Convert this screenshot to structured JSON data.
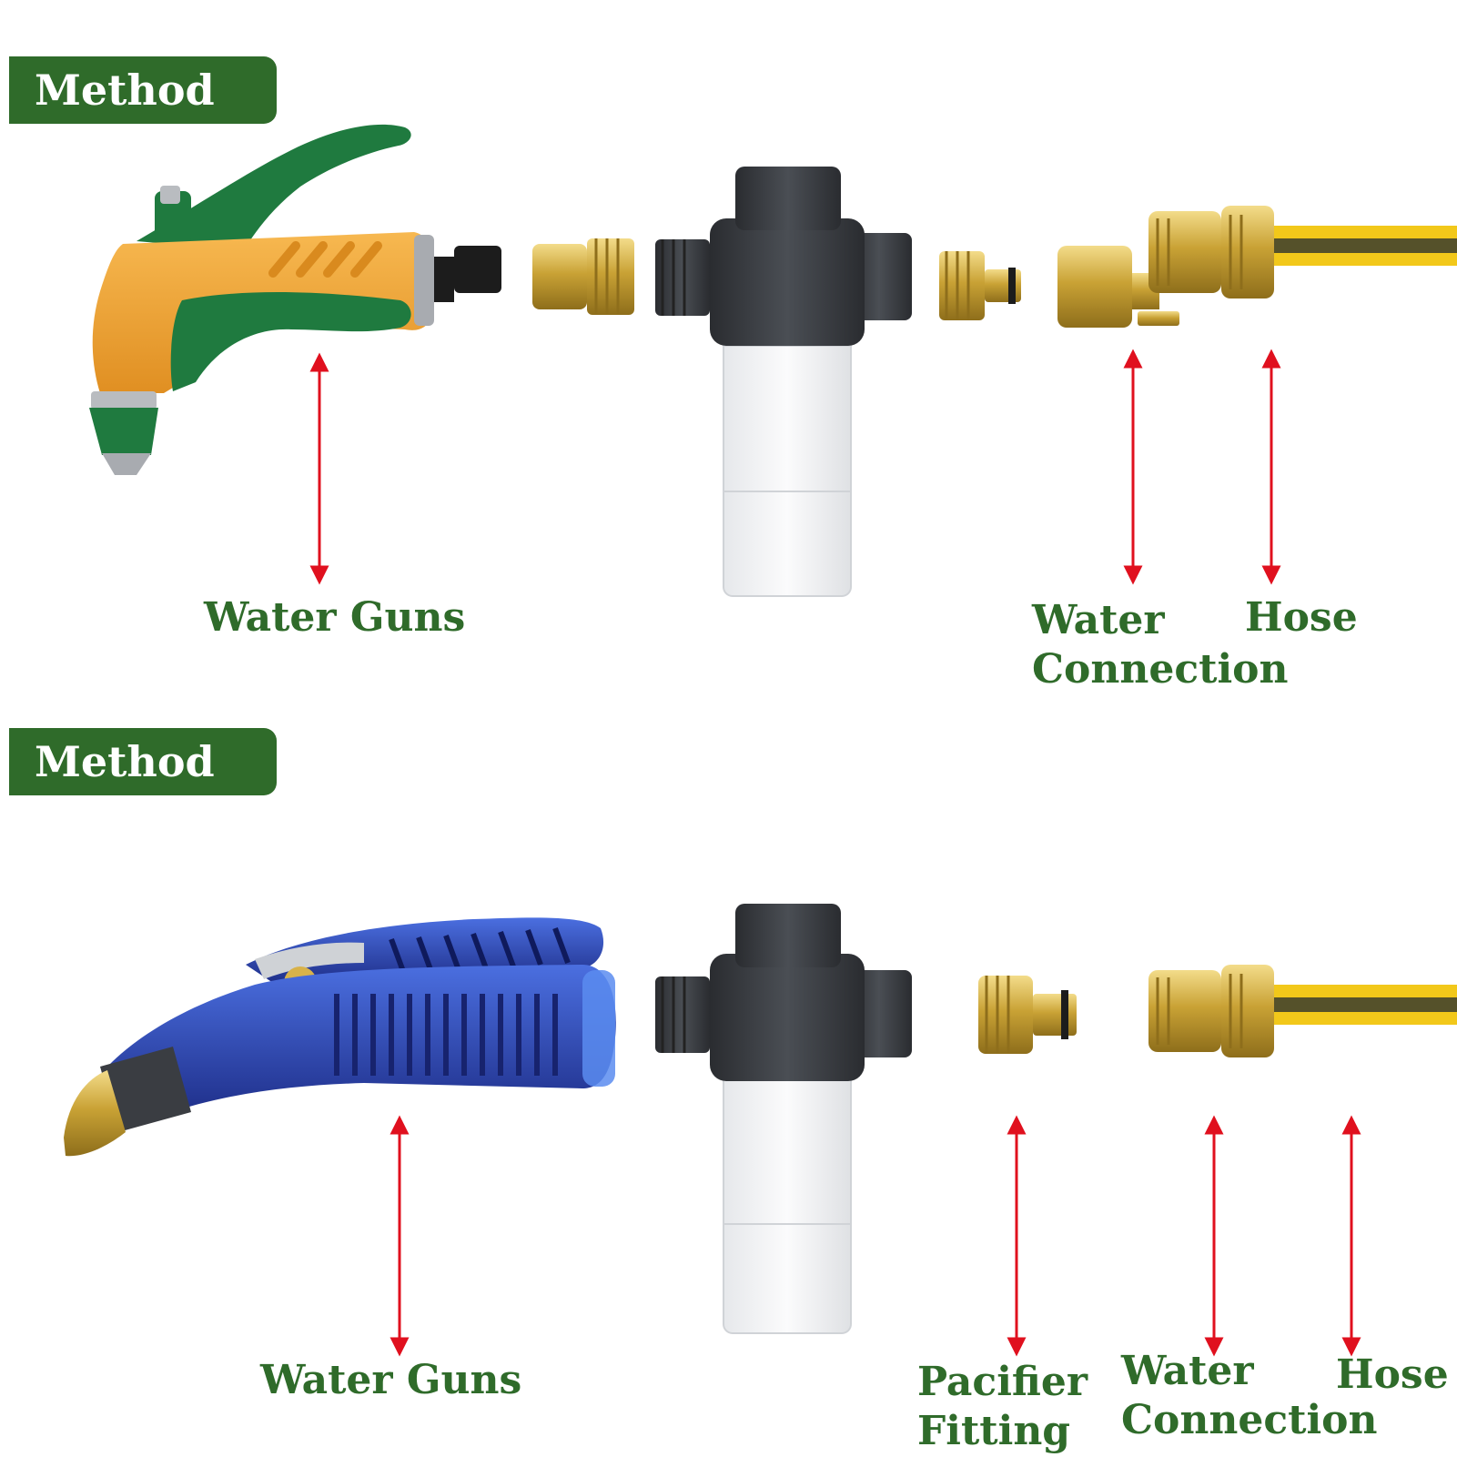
{
  "colors": {
    "accent_green": "#2f6b2a",
    "arrow_red": "#e0101e",
    "brass": "#c9a235",
    "housing": "#3a3d42",
    "hose_yellow": "#f2c81a",
    "gun1_body": "#f0a336",
    "gun1_trim": "#1f7a3f",
    "gun2_body": "#2f49b4"
  },
  "method1": {
    "title": "Method 1",
    "labels": {
      "water_guns": "Water Guns",
      "water_connection_line1": "Water",
      "water_connection_line2": "Connection",
      "hose": "Hose"
    }
  },
  "method2": {
    "title": "Method 2",
    "labels": {
      "water_guns": "Water Guns",
      "pacifier_line1": "Pacifier",
      "pacifier_line2": "Fitting",
      "water_connection_line1": "Water",
      "water_connection_line2": "Connection",
      "hose": "Hose"
    }
  },
  "icons": [
    "spray-gun-icon",
    "foam-bottle-icon",
    "brass-connector-icon",
    "hose-icon",
    "double-arrow-icon"
  ]
}
